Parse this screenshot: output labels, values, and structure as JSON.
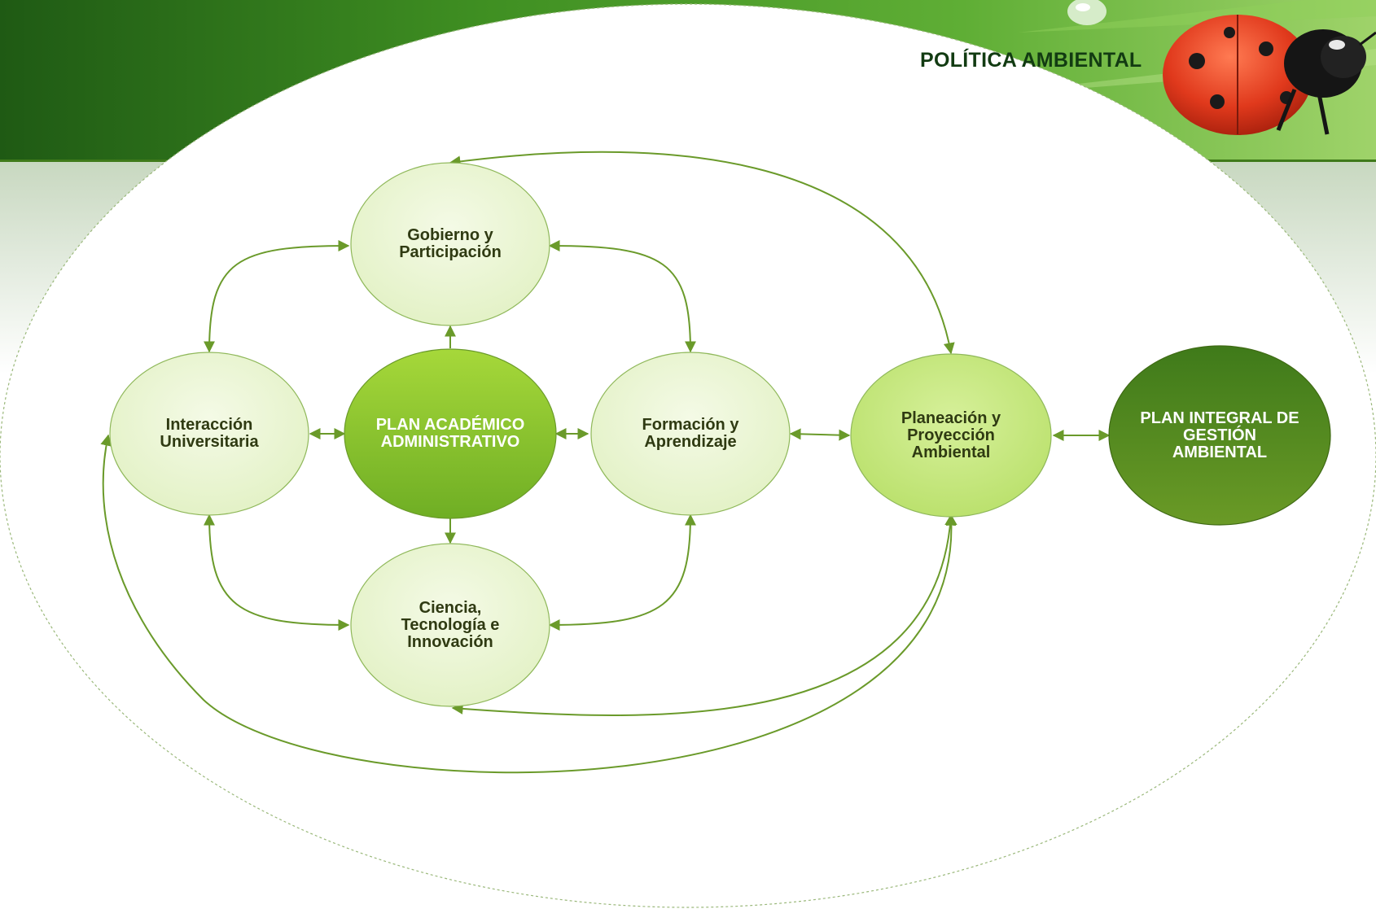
{
  "slide": {
    "title": "POLÍTICA AMBIENTAL"
  },
  "nodes": {
    "gobierno": "Gobierno y\nParticipación",
    "interaccion": "Interacción\nUniversitaria",
    "plan_academico": "PLAN ACADÉMICO\nADMINISTRATIVO",
    "formacion": "Formación y\nAprendizaje",
    "ciencia": "Ciencia,\nTecnología e\nInnovación",
    "planeacion": "Planeación y\nProyección\nAmbiental",
    "plan_integral": "PLAN INTEGRAL DE\nGESTIÓN\nAMBIENTAL"
  },
  "colors": {
    "header_green": "#2e7d1f",
    "light_node": "#eaf5d3",
    "mid_node": "#c2e57c",
    "accent_node": "#7fbf2a",
    "dark_node": "#4f7a1a",
    "connector": "#6a9a2a",
    "ladybug": "#e0391c"
  }
}
